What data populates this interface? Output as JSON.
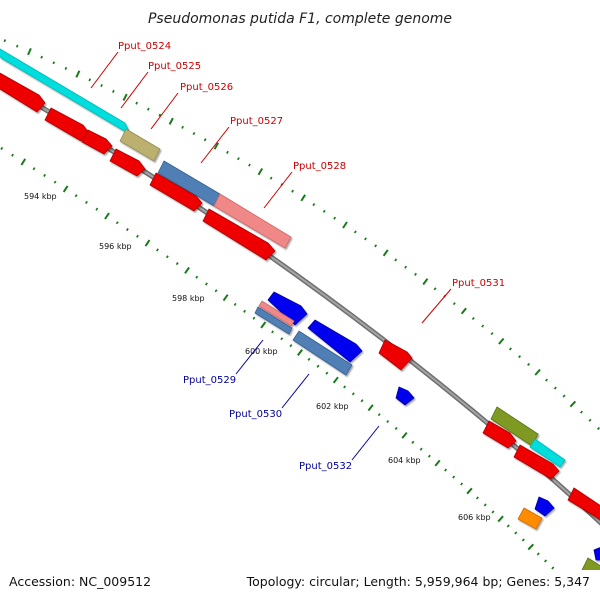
{
  "title": "Pseudomonas putida F1, complete genome",
  "footer": {
    "accession": "Accession: NC_009512",
    "topology": "Topology: circular; Length: 5,959,964 bp; Genes: 5,347"
  },
  "ticks": {
    "label_594": "594 kbp",
    "label_596": "596 kbp",
    "label_598": "598 kbp",
    "label_600": "600 kbp",
    "label_602": "602 kbp",
    "label_604": "604 kbp",
    "label_606": "606 kbp"
  },
  "genes": {
    "pput_0524": "Pput_0524",
    "pput_0525": "Pput_0525",
    "pput_0526": "Pput_0526",
    "pput_0527": "Pput_0527",
    "pput_0528": "Pput_0528",
    "pput_0529": "Pput_0529",
    "pput_0530": "Pput_0530",
    "pput_0531": "Pput_0531",
    "pput_0532": "Pput_0532"
  },
  "colors": {
    "forward_label": "#cc0000",
    "reverse_label": "#000099",
    "cds_red": "#ee0000",
    "cds_blue": "#0000ee",
    "cyan": "#00dddd",
    "khaki": "#bbb070",
    "steelblue": "#4f7fb5",
    "pink": "#f08888",
    "olive": "#7f9a20",
    "orange": "#ff8c00",
    "backbone": "#8a8a8a",
    "tick_green": "#1a7a1a"
  }
}
